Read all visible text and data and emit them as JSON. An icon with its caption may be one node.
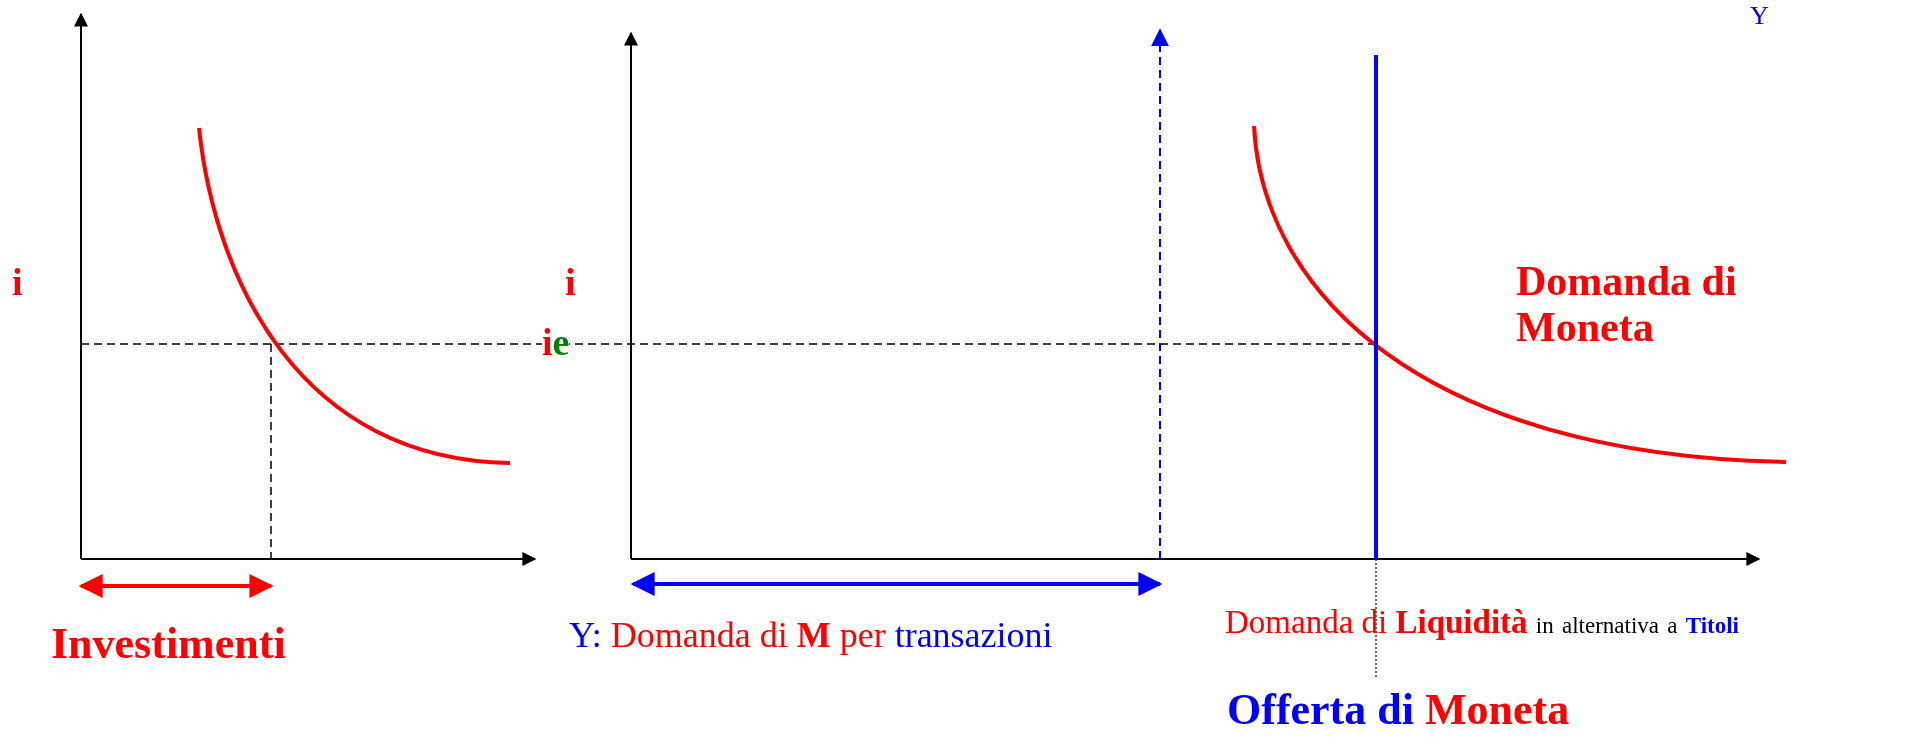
{
  "diagram": {
    "labels": [
      "Y",
      "i",
      "i",
      "Domanda di Moneta",
      "ie",
      "Investimenti",
      "Y: Domanda di **M** per transazioni",
      "Domanda di **Liquidità** in alternativa a **Titoli**",
      "Offerta di Moneta"
    ]
  }
}
